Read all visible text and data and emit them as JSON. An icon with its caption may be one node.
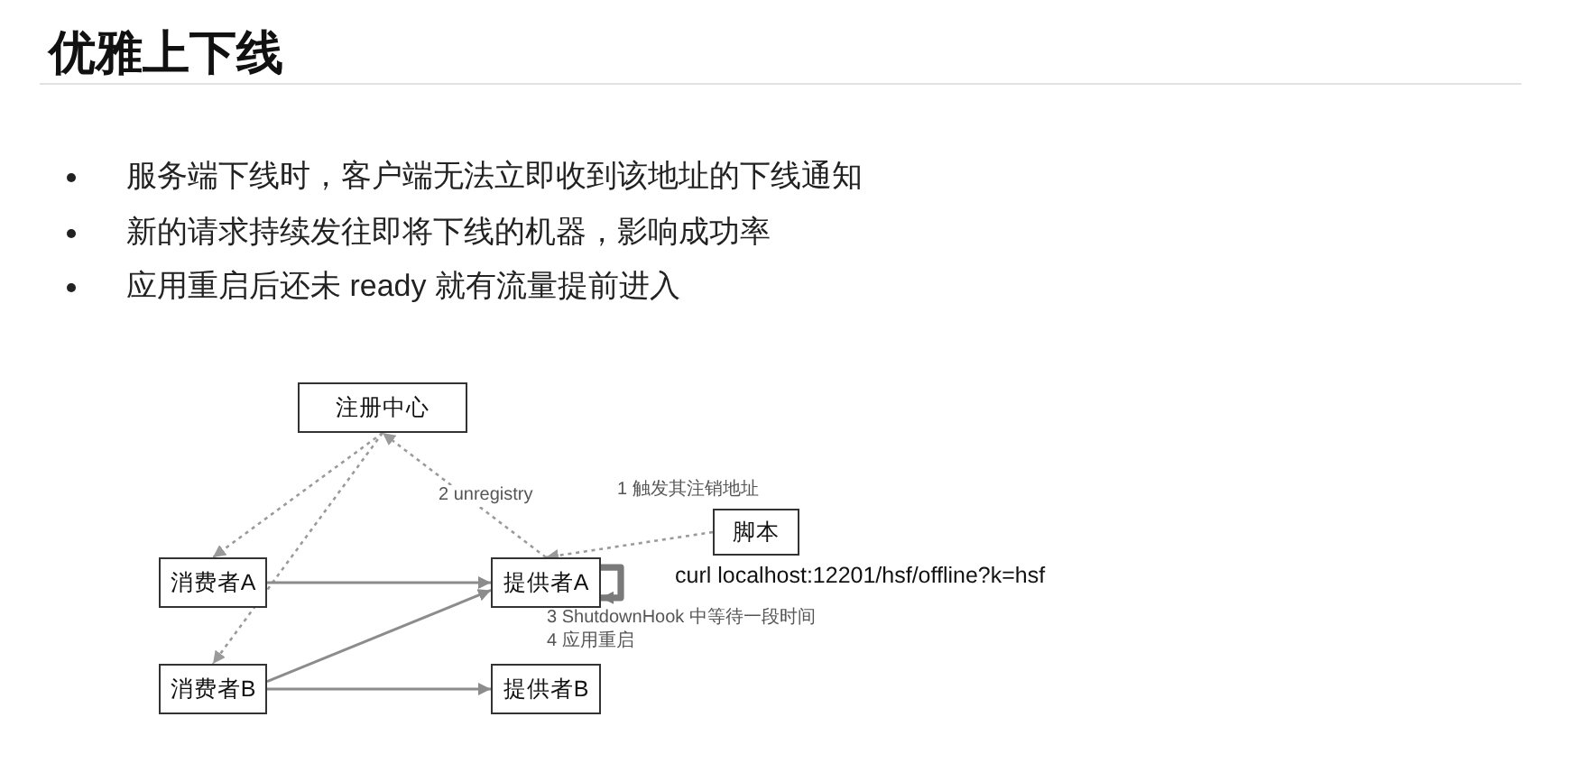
{
  "diagram": {
    "title": "优雅上下线",
    "nodes": [
      {
        "text": [
          "注册中心"
        ]
      },
      {
        "text": [
          "脚本"
        ],
        "beside": [
          "curl localhost:12201/hsf/offline?k=hsf"
        ]
      },
      {
        "text": [
          "消费者A"
        ]
      },
      {
        "text": [
          "提供者A"
        ]
      },
      {
        "text": [
          "消费者B"
        ]
      },
      {
        "text": [
          "提供者B"
        ]
      }
    ],
    "edges": [
      {
        "from": 0,
        "to": 2,
        "arrow": "to",
        "style": "dashed"
      },
      {
        "from": 0,
        "to": 4,
        "arrow": "to",
        "style": "dashed"
      },
      {
        "from": 3,
        "to": 0,
        "arrow": "to",
        "style": "dashed",
        "label": "2 unregistry"
      },
      {
        "from": 1,
        "to": 3,
        "arrow": "to",
        "style": "dashed",
        "label": "1 触发其注销地址"
      },
      {
        "from": 2,
        "to": 3,
        "arrow": "to"
      },
      {
        "from": 4,
        "to": 3,
        "arrow": "to"
      },
      {
        "from": 4,
        "to": 5,
        "arrow": "to"
      },
      {
        "from": 3,
        "to": 3,
        "arrow": "to",
        "style": "thick"
      }
    ],
    "labels": [
      "服务端下线时，客户端无法立即收到该地址的下线通知",
      "新的请求持续发往即将下线的机器，影响成功率",
      "应用重启后还未 ready 就有流量提前进入",
      "3 ShutdownHook 中等待一段时间",
      "4 应用重启"
    ]
  }
}
